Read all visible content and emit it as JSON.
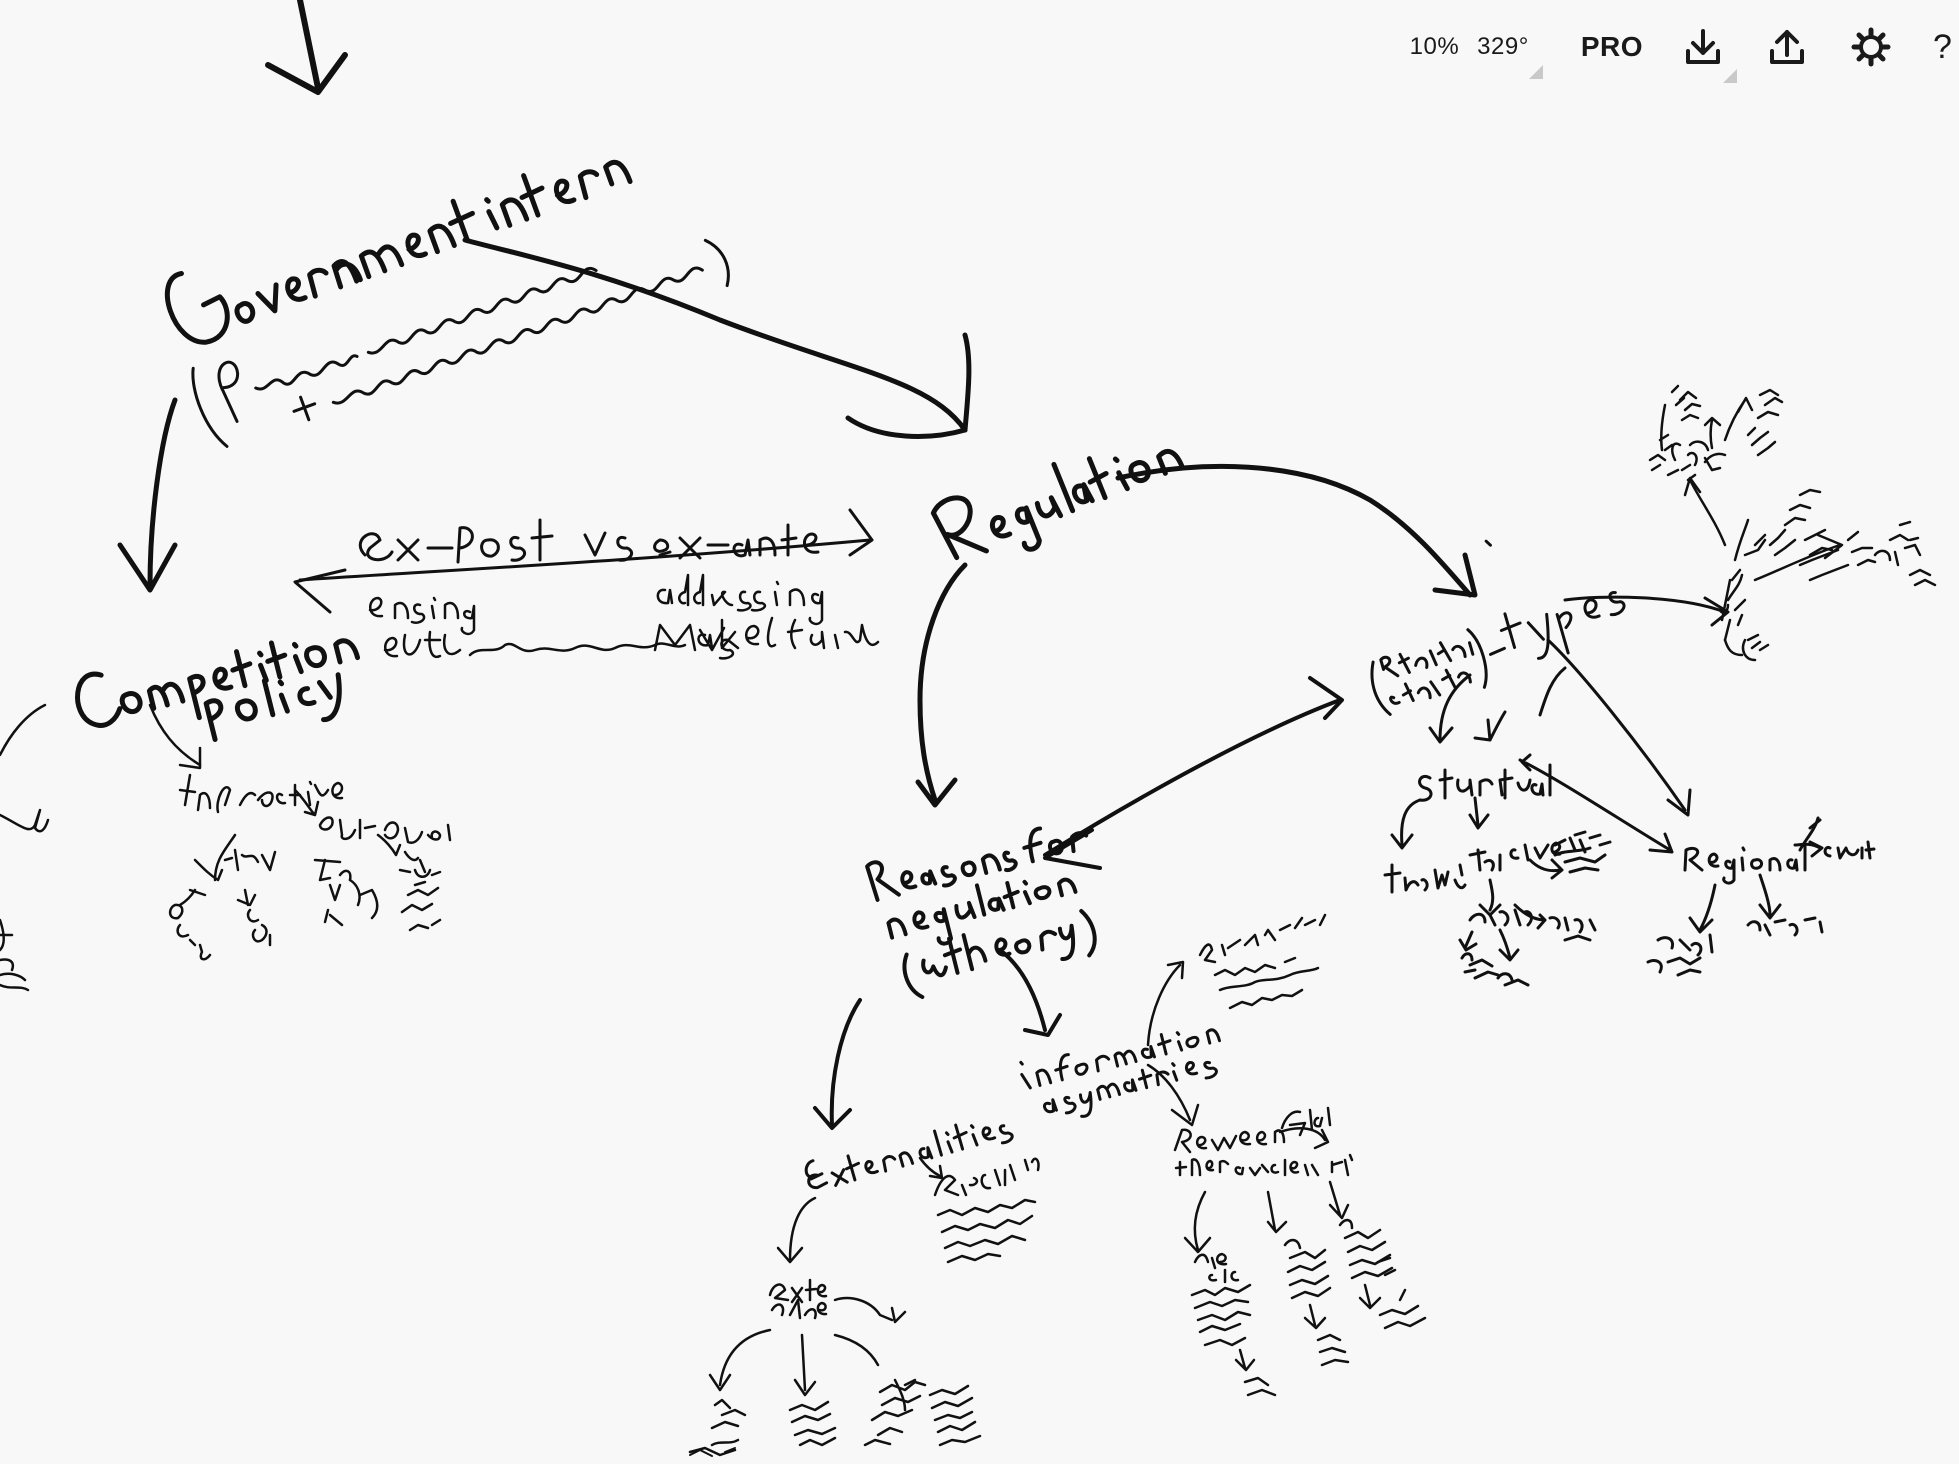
{
  "toolbar": {
    "zoom": "10%",
    "rotation": "329°",
    "pro_label": "PRO",
    "download_icon": "download-icon",
    "upload_icon": "upload-icon",
    "settings_icon": "gear-icon",
    "help_label": "?"
  },
  "colors": {
    "background": "#f8f8f8",
    "ink": "#111111",
    "toolbar_text": "#1a1a1a"
  }
}
